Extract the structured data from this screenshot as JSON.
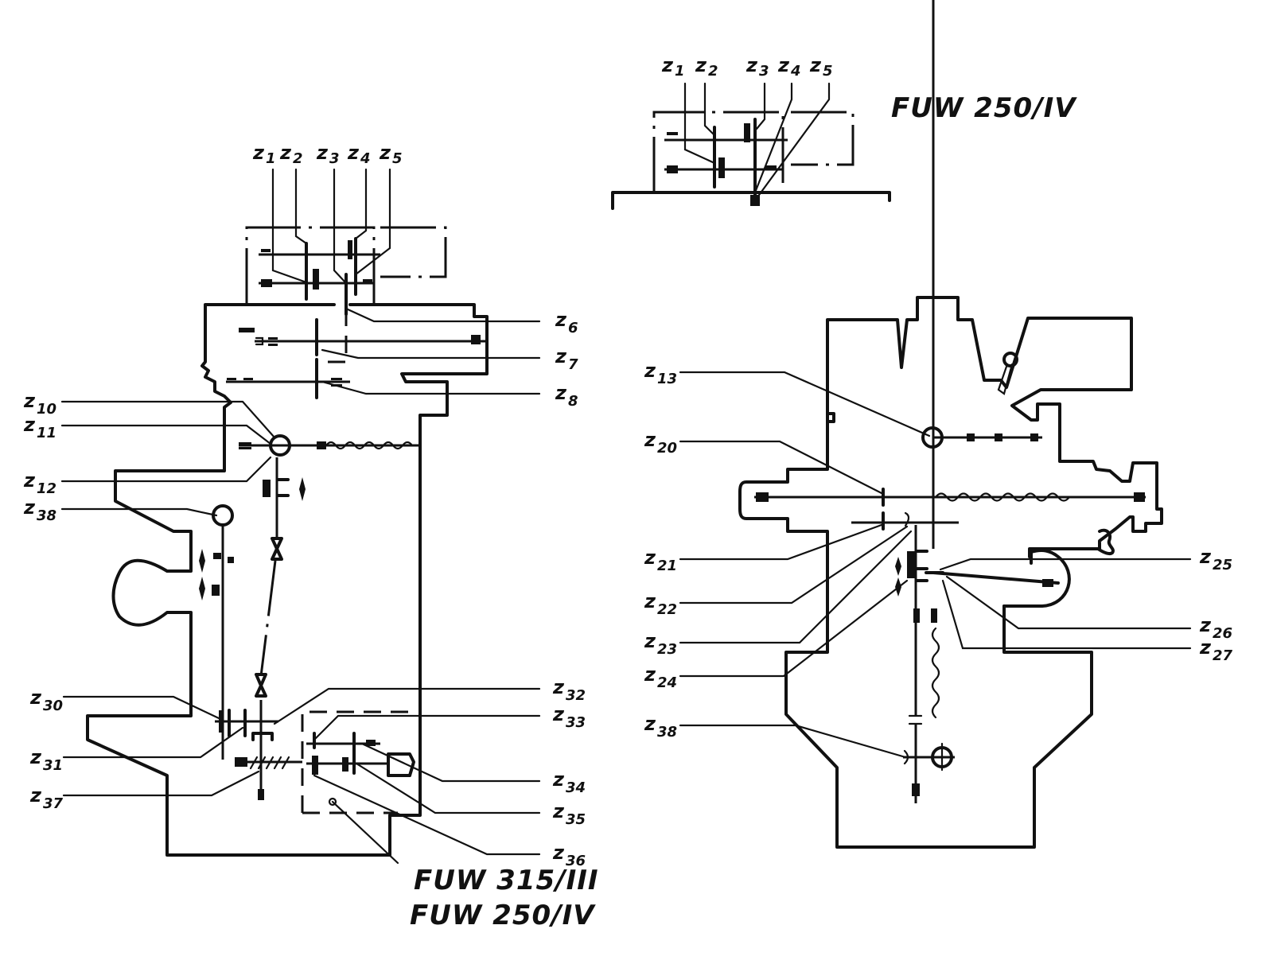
{
  "diagram": {
    "type": "kinematic-gear-diagram",
    "titles": {
      "top_right": "FUW 250/IV",
      "bottom_line1": "FUW 315/III",
      "bottom_line2": "FUW 250/IV"
    },
    "top_inset_labels": [
      "1",
      "2",
      "3",
      "4",
      "5"
    ],
    "left_view_labels": {
      "top": [
        "1",
        "2",
        "3",
        "4",
        "5"
      ],
      "right_upper": [
        "6",
        "7",
        "8"
      ],
      "left_upper": [
        "10",
        "11",
        "12",
        "38"
      ],
      "left_lower": [
        "30",
        "31",
        "37"
      ],
      "right_lower": [
        "32",
        "33",
        "34",
        "35",
        "36"
      ]
    },
    "right_view_labels": {
      "left": [
        "13",
        "20",
        "21",
        "22",
        "23",
        "24",
        "38"
      ],
      "right": [
        "25",
        "26",
        "27"
      ]
    },
    "label_prefix": "z"
  }
}
